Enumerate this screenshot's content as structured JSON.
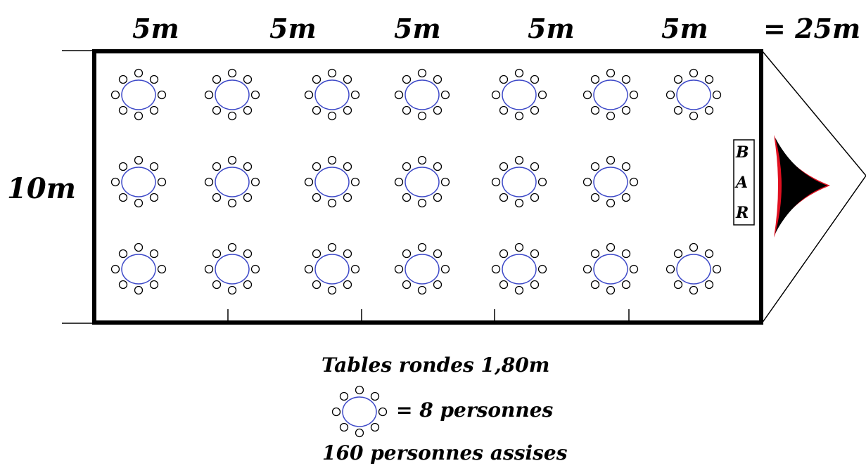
{
  "dimensions": {
    "segments": [
      "5m",
      "5m",
      "5m",
      "5m",
      "5m"
    ],
    "total": "= 25m",
    "height": "10m"
  },
  "bar": {
    "letters": [
      "B",
      "A",
      "R"
    ]
  },
  "tables": {
    "rows": [
      7,
      6,
      7
    ],
    "seats_per_table": 8
  },
  "legend": {
    "title": "Tables rondes 1,80m",
    "equals": "= 8 personnes",
    "total": "160 personnes assises"
  },
  "colors": {
    "table_outline": "#3d49c8",
    "chair_outline": "#000000",
    "tent_red": "#e01020",
    "tent_black": "#000000"
  }
}
